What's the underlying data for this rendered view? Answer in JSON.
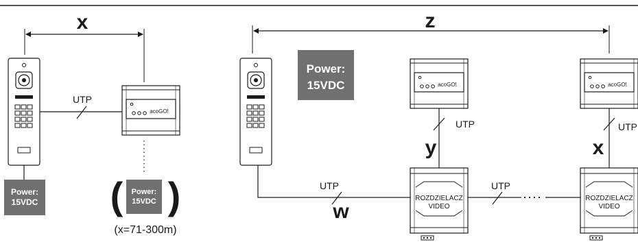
{
  "labels": {
    "dim_x_left": "x",
    "dim_z": "z",
    "dim_y": "y",
    "dim_x_right": "x",
    "dim_w": "w",
    "range_note": "(x=71-300m)"
  },
  "cable": {
    "utp": "UTP"
  },
  "power": {
    "left_line1": "Power:",
    "left_line2": "15VDC",
    "optional_line1": "Power:",
    "optional_line2": "15VDC",
    "right_line1": "Power:",
    "right_line2": "15VDC"
  },
  "monitor": {
    "brand": "acoGO!"
  },
  "splitter": {
    "line1": "ROZDZIELACZ",
    "line2": "VIDEO"
  },
  "colors": {
    "power_box": "#707070",
    "line": "#1a1a1a"
  }
}
